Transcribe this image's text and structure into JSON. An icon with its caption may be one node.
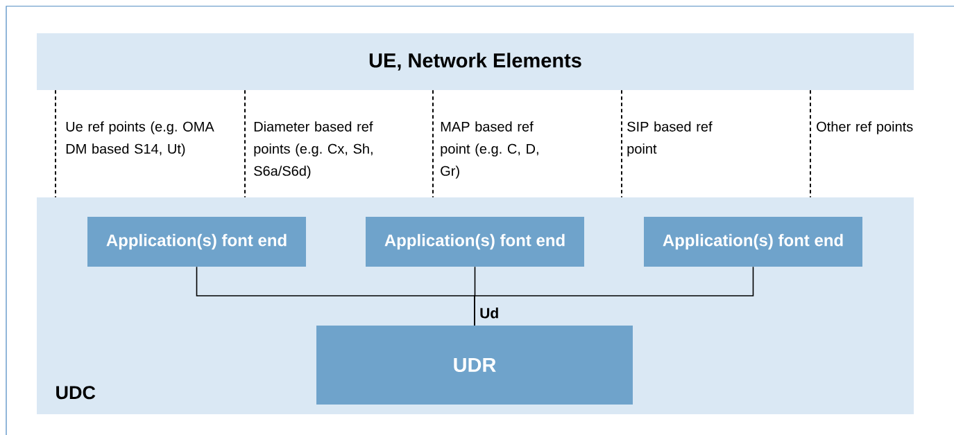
{
  "diagram": {
    "nodes": [
      {
        "text": [
          "UE, Network Elements"
        ]
      },
      {
        "text": [
          "UDC"
        ]
      },
      {
        "text": [
          "Application(s) font end"
        ],
        "in": 1
      },
      {
        "text": [
          "Application(s) font end"
        ],
        "in": 1
      },
      {
        "text": [
          "Application(s) font end"
        ],
        "in": 1
      },
      {
        "text": [
          "UDR"
        ],
        "in": 1
      }
    ],
    "edges": [
      {
        "from": 0,
        "to": 1,
        "arrow": "none",
        "style": "dashed"
      },
      {
        "from": 0,
        "to": 1,
        "arrow": "none",
        "style": "dashed"
      },
      {
        "from": 0,
        "to": 1,
        "arrow": "none",
        "style": "dashed"
      },
      {
        "from": 0,
        "to": 1,
        "arrow": "none",
        "style": "dashed"
      },
      {
        "from": 0,
        "to": 1,
        "arrow": "none",
        "style": "dashed"
      },
      {
        "from": 2,
        "to": 5,
        "arrow": "none"
      },
      {
        "from": 3,
        "to": 5,
        "arrow": "none",
        "label": "Ud"
      },
      {
        "from": 4,
        "to": 5,
        "arrow": "none"
      }
    ],
    "labels": [
      "Ue ref points (e.g. OMA DM based S14, Ut)",
      "Diameter based ref points (e.g. Cx, Sh, S6a/S6d)",
      "MAP based ref point (e.g. C, D, Gr)",
      "SIP based ref point",
      "Other ref points"
    ]
  }
}
